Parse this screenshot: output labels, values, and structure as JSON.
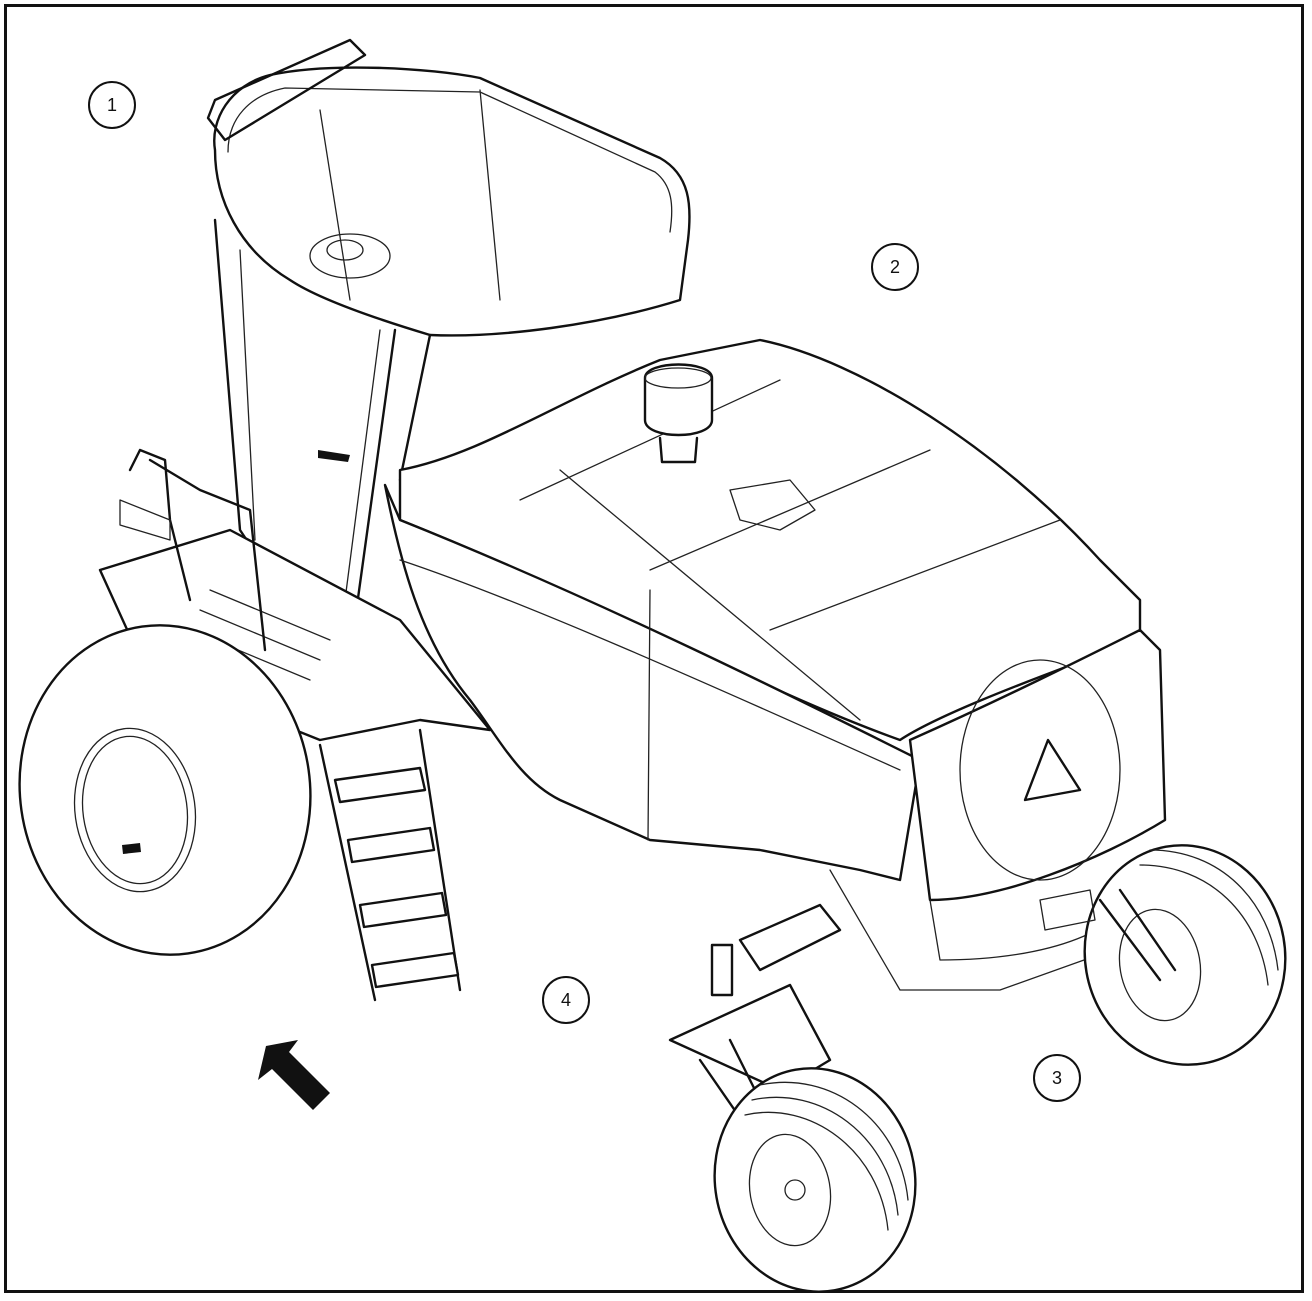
{
  "callouts": [
    {
      "id": "1",
      "label": "1"
    },
    {
      "id": "2",
      "label": "2"
    },
    {
      "id": "3",
      "label": "3"
    },
    {
      "id": "4",
      "label": "4"
    }
  ],
  "colors": {
    "line": "#111111",
    "background": "#ffffff"
  },
  "icons": {
    "direction_arrow": "arrow-up-left-icon"
  }
}
